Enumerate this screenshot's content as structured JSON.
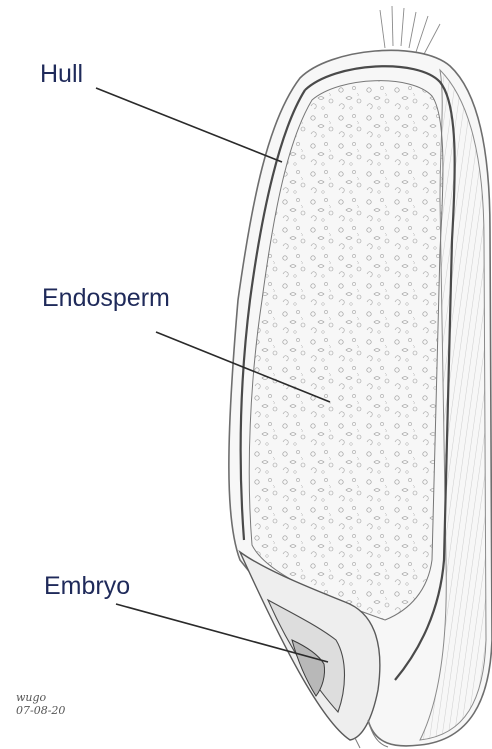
{
  "labels": {
    "hull": "Hull",
    "endosperm": "Endosperm",
    "embryo": "Embryo"
  },
  "signature": {
    "name": "wugo",
    "date": "07-08-20"
  },
  "colors": {
    "label_text": "#1f2a5a",
    "pencil": "#6e6e6e",
    "pencil_dark": "#3a3a3a",
    "paper": "#ffffff"
  }
}
